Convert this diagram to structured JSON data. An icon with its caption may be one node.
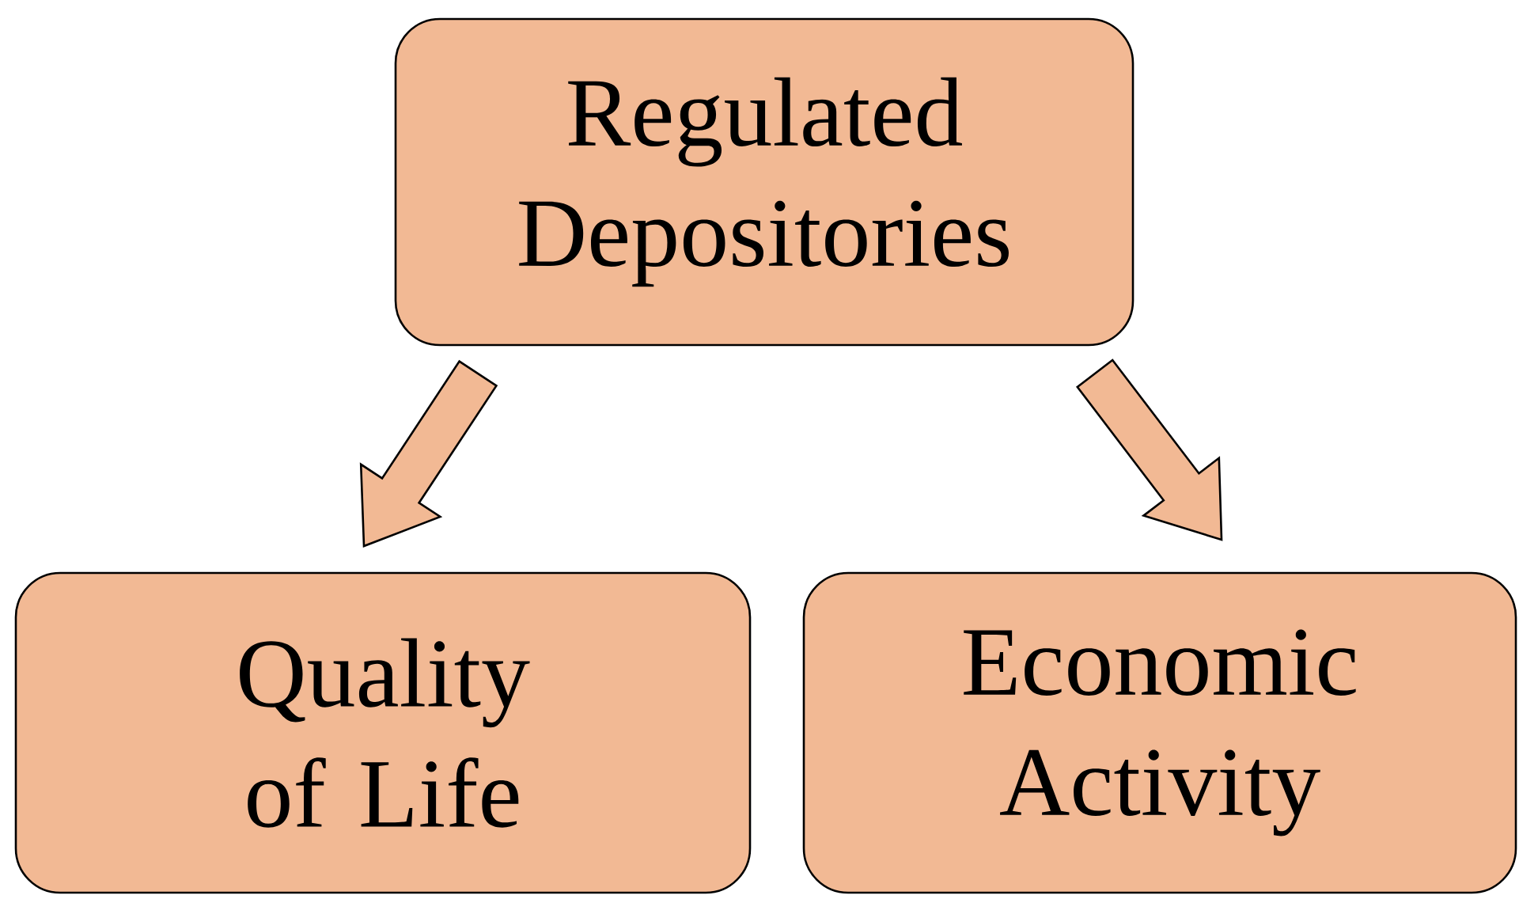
{
  "diagram": {
    "nodes": [
      {
        "text": [
          "Regulated Depositories"
        ]
      },
      {
        "text": [
          "Quality of Life"
        ]
      },
      {
        "text": [
          "Economic Activity"
        ]
      }
    ],
    "edges": [
      {
        "from": 0,
        "to": 1,
        "arrow": "to"
      },
      {
        "from": 0,
        "to": 2,
        "arrow": "to"
      }
    ]
  }
}
